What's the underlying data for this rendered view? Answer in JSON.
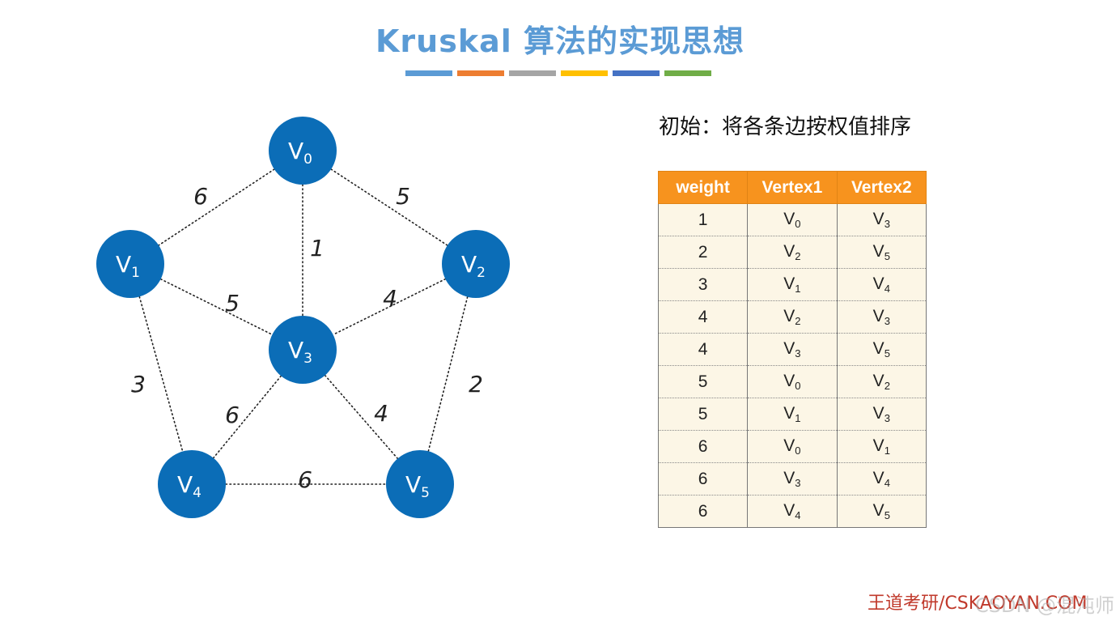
{
  "title": "Kruskal 算法的实现思想",
  "color_bars": [
    "#5b9bd5",
    "#ed7d31",
    "#a5a5a5",
    "#ffc000",
    "#4472c4",
    "#70ad47"
  ],
  "colors": {
    "node": "#0b6db7",
    "table_header": "#f7931e",
    "table_body": "#fcf6e6",
    "title": "#5b9bd5"
  },
  "graph": {
    "nodes": [
      {
        "id": "V0",
        "letter": "V",
        "sub": "0"
      },
      {
        "id": "V1",
        "letter": "V",
        "sub": "1"
      },
      {
        "id": "V2",
        "letter": "V",
        "sub": "2"
      },
      {
        "id": "V3",
        "letter": "V",
        "sub": "3"
      },
      {
        "id": "V4",
        "letter": "V",
        "sub": "4"
      },
      {
        "id": "V5",
        "letter": "V",
        "sub": "5"
      }
    ],
    "edges": [
      {
        "from": "V0",
        "to": "V1",
        "weight": "6"
      },
      {
        "from": "V0",
        "to": "V2",
        "weight": "5"
      },
      {
        "from": "V0",
        "to": "V3",
        "weight": "1"
      },
      {
        "from": "V1",
        "to": "V3",
        "weight": "5"
      },
      {
        "from": "V2",
        "to": "V3",
        "weight": "4"
      },
      {
        "from": "V1",
        "to": "V4",
        "weight": "3"
      },
      {
        "from": "V2",
        "to": "V5",
        "weight": "2"
      },
      {
        "from": "V3",
        "to": "V4",
        "weight": "6"
      },
      {
        "from": "V3",
        "to": "V5",
        "weight": "4"
      },
      {
        "from": "V4",
        "to": "V5",
        "weight": "6"
      }
    ]
  },
  "caption": "初始：将各条边按权值排序",
  "table": {
    "headers": [
      "weight",
      "Vertex1",
      "Vertex2"
    ],
    "rows": [
      {
        "weight": "1",
        "v1": "0",
        "v2": "3"
      },
      {
        "weight": "2",
        "v1": "2",
        "v2": "5"
      },
      {
        "weight": "3",
        "v1": "1",
        "v2": "4"
      },
      {
        "weight": "4",
        "v1": "2",
        "v2": "3"
      },
      {
        "weight": "4",
        "v1": "3",
        "v2": "5"
      },
      {
        "weight": "5",
        "v1": "0",
        "v2": "2"
      },
      {
        "weight": "5",
        "v1": "1",
        "v2": "3"
      },
      {
        "weight": "6",
        "v1": "0",
        "v2": "1"
      },
      {
        "weight": "6",
        "v1": "3",
        "v2": "4"
      },
      {
        "weight": "6",
        "v1": "4",
        "v2": "5"
      }
    ]
  },
  "watermark": "王道考研/CSKAOYAN.COM",
  "watermark2": "CSDN @混沌师"
}
